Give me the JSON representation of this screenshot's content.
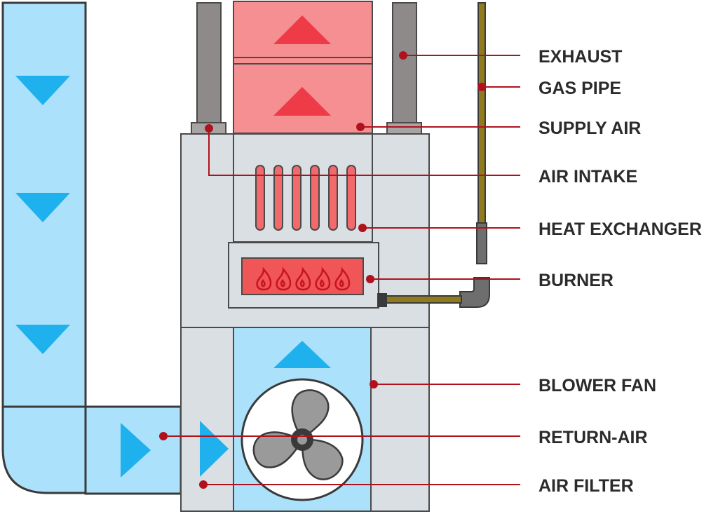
{
  "colors": {
    "duct_fill": "#abe1fa",
    "duct_stroke": "#3a3a3a",
    "arrow_blue": "#1fb1ee",
    "supply_fill": "#f58f91",
    "arrow_red": "#ef3a48",
    "cabinet_fill": "#d9dfe3",
    "exchanger_fill": "#f26a6c",
    "burner_fill": "#f05557",
    "flame": "#c8141c",
    "pipe_gray": "#8f8a8a",
    "gas_pipe": "#8f7a1e",
    "callout_line": "#b0121d",
    "fan_blade": "#9a9a9a"
  },
  "labels": {
    "exhaust": "EXHAUST",
    "gas_pipe": "GAS PIPE",
    "supply_air": "SUPPLY AIR",
    "air_intake": "AIR INTAKE",
    "heat_exchanger": "HEAT EXCHANGER",
    "burner": "BURNER",
    "blower_fan": "BLOWER FAN",
    "return_air": "RETURN-AIR",
    "air_filter": "AIR FILTER"
  }
}
